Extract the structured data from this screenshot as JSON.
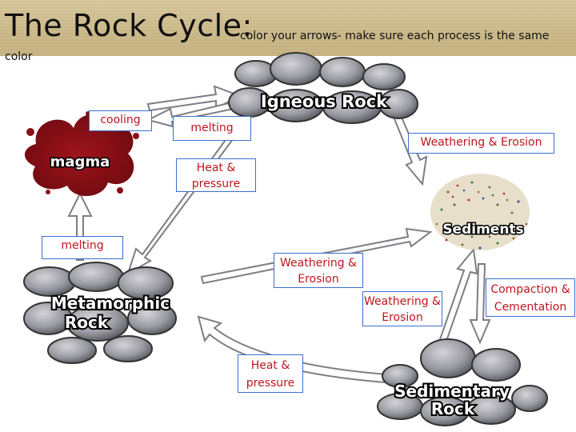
{
  "title": "The Rock Cycle:",
  "instructions_line1": "color your arrows- make sure each process is the same",
  "instructions_line2": "color",
  "nodes": {
    "igneous": "Igneous Rock",
    "magma": "magma",
    "sediments": "Sediments",
    "metamorphic_line1": "Metamorphic",
    "metamorphic_line2": "Rock",
    "sedimentary_line1": "Sedimentary",
    "sedimentary_line2": "Rock"
  },
  "process_labels": {
    "cooling": "cooling",
    "melting_top": "melting",
    "weathering_top": "Weathering & Erosion",
    "heat_pressure_top": "Heat & pressure",
    "melting_left": "melting",
    "weathering_middle": "Weathering & Erosion",
    "weathering_right": "Weathering & Erosion",
    "compaction": "Compaction & Cementation",
    "heat_pressure_bottom": "Heat & pressure"
  }
}
